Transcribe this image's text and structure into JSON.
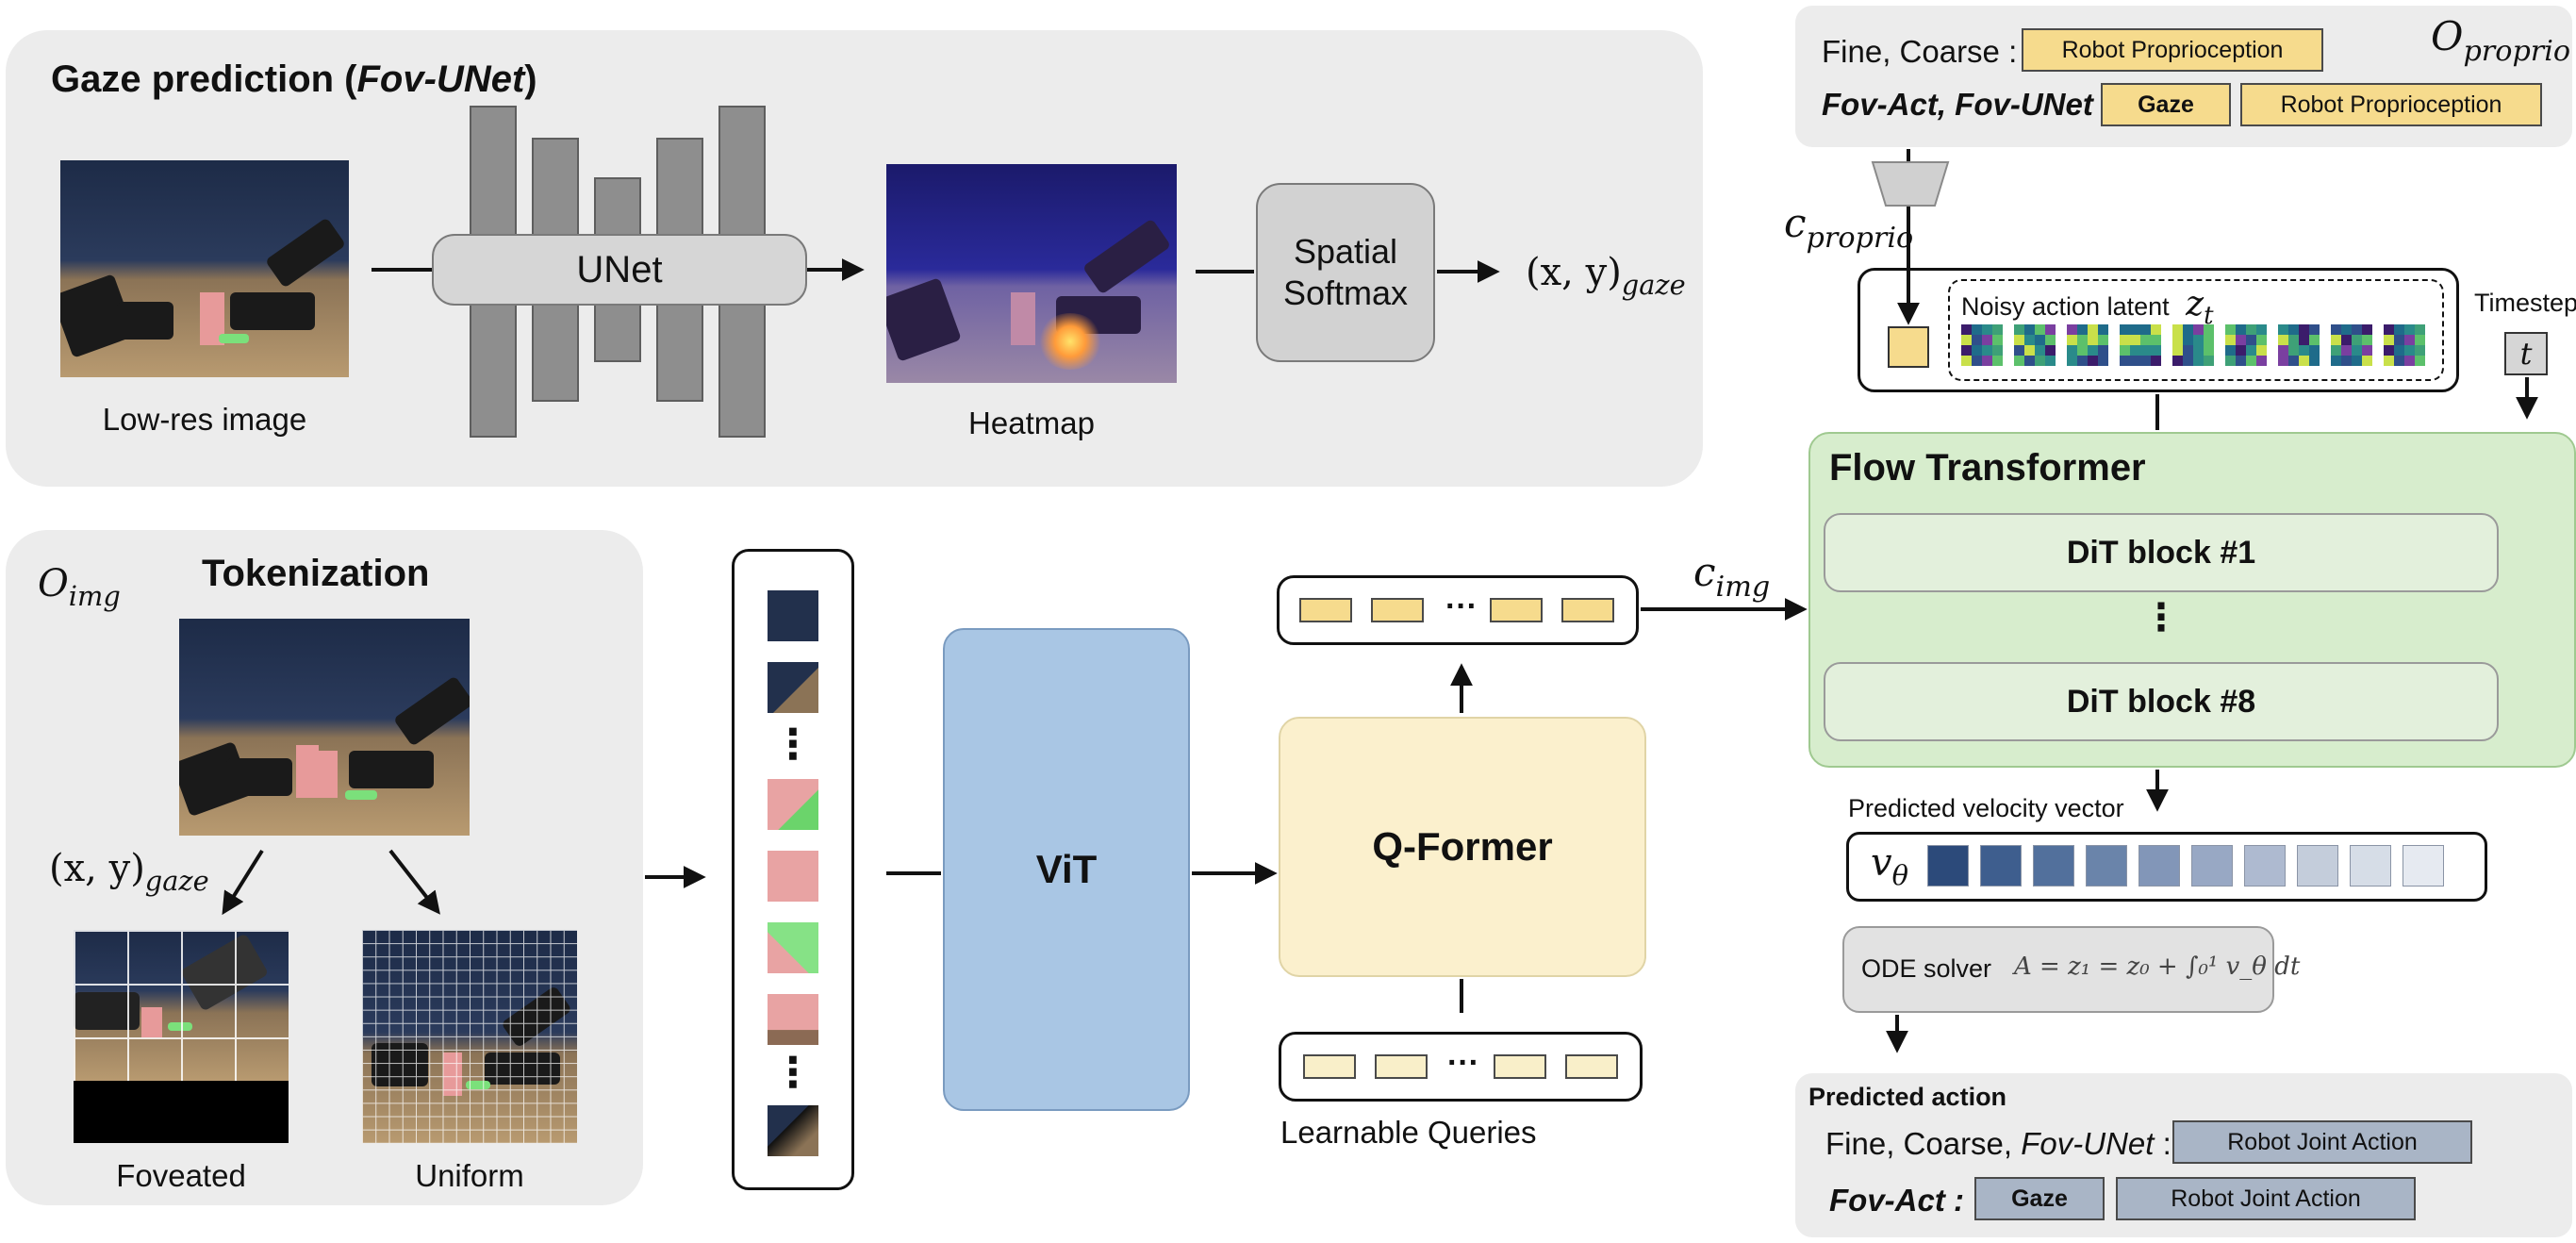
{
  "gaze_panel": {
    "title_prefix": "Gaze prediction (",
    "title_model": "Fov-UNet",
    "title_suffix": ")",
    "low_res_label": "Low-res image",
    "unet_label": "UNet",
    "heatmap_label": "Heatmap",
    "softmax_line1": "Spatial",
    "softmax_line2": "Softmax",
    "gaze_output_main": "(x, y)",
    "gaze_output_sub": "gaze"
  },
  "tokenization_panel": {
    "obs_main": "O",
    "obs_sub": "img",
    "title": "Tokenization",
    "gaze_main": "(x, y)",
    "gaze_sub": "gaze",
    "foveated_label": "Foveated",
    "uniform_label": "Uniform"
  },
  "token_column": {
    "ellipsis_top": "⋮",
    "ellipsis_bottom": "⋮"
  },
  "vit_label": "ViT",
  "qformer": {
    "label": "Q-Former",
    "queries_label": "Learnable Queries",
    "output_dots": "···",
    "query_dots": "···"
  },
  "c_img": {
    "main": "c",
    "sub": "img"
  },
  "proprio_panel": {
    "row1_label": "Fine, Coarse :",
    "row1_chip": "Robot Proprioception",
    "row2_label": "Fov-Act, Fov-UNet :",
    "row2_chip_gaze": "Gaze",
    "row2_chip_proprio": "Robot Proprioception",
    "obs_main": "O",
    "obs_sub": "proprio"
  },
  "c_proprio": {
    "main": "c",
    "sub": "proprio"
  },
  "latent": {
    "label": "Noisy action latent",
    "z_main": "z",
    "z_sub": "t"
  },
  "timestep": {
    "label": "Timestep",
    "symbol": "t"
  },
  "flow_transformer": {
    "title": "Flow Transformer",
    "block1": "DiT block #1",
    "ellipsis": "⋮",
    "block8": "DiT block #8"
  },
  "velocity": {
    "label": "Predicted velocity vector",
    "v_main": "v",
    "v_sub": "θ"
  },
  "ode": {
    "label": "ODE solver",
    "equation": "A = z₁ = z₀ + ∫₀¹ v_θ dt"
  },
  "predicted_action": {
    "title": "Predicted action",
    "row1_label_prefix": "Fine, Coarse, ",
    "row1_label_model": "Fov-UNet",
    "row1_label_suffix": " :",
    "row1_chip": "Robot Joint Action",
    "row2_label": "Fov-Act :",
    "row2_chip_gaze": "Gaze",
    "row2_chip_action": "Robot Joint Action"
  },
  "colors": {
    "panel_gray": "#ececec",
    "yellow": "#f6db8d",
    "vit_blue": "#a9c6e4",
    "qformer_cream": "#fbf0cd",
    "flow_green": "#d7edcd",
    "action_gray": "#a9b5c6"
  }
}
